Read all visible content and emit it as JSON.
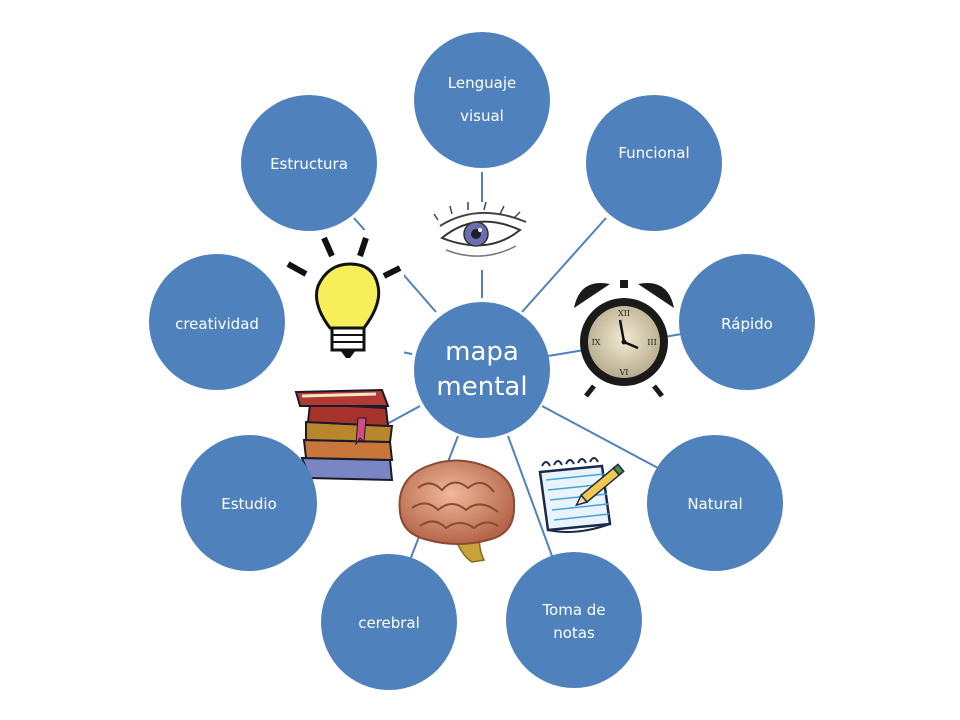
{
  "center": {
    "lines": [
      "mapa",
      "mental"
    ]
  },
  "nodes": [
    {
      "id": "lenguaje-visual",
      "lines": [
        "Lenguaje",
        "visual"
      ]
    },
    {
      "id": "funcional",
      "lines": [
        "Funcional"
      ]
    },
    {
      "id": "rapido",
      "lines": [
        "Rápido"
      ]
    },
    {
      "id": "natural",
      "lines": [
        "Natural"
      ]
    },
    {
      "id": "toma-de-notas",
      "lines": [
        "Toma de",
        "notas"
      ]
    },
    {
      "id": "cerebral",
      "lines": [
        "cerebral"
      ]
    },
    {
      "id": "estudio",
      "lines": [
        "Estudio"
      ]
    },
    {
      "id": "creatividad",
      "lines": [
        "creatividad"
      ]
    },
    {
      "id": "estructura",
      "lines": [
        "Estructura"
      ]
    }
  ],
  "illustrations": [
    "eye-icon",
    "alarm-clock-icon",
    "notepad-pencil-icon",
    "brain-icon",
    "books-icon",
    "light-bulb-icon"
  ],
  "colors": {
    "node_fill": "#4f81bd",
    "connector": "#4f81bd",
    "node_text": "#ffffff"
  }
}
